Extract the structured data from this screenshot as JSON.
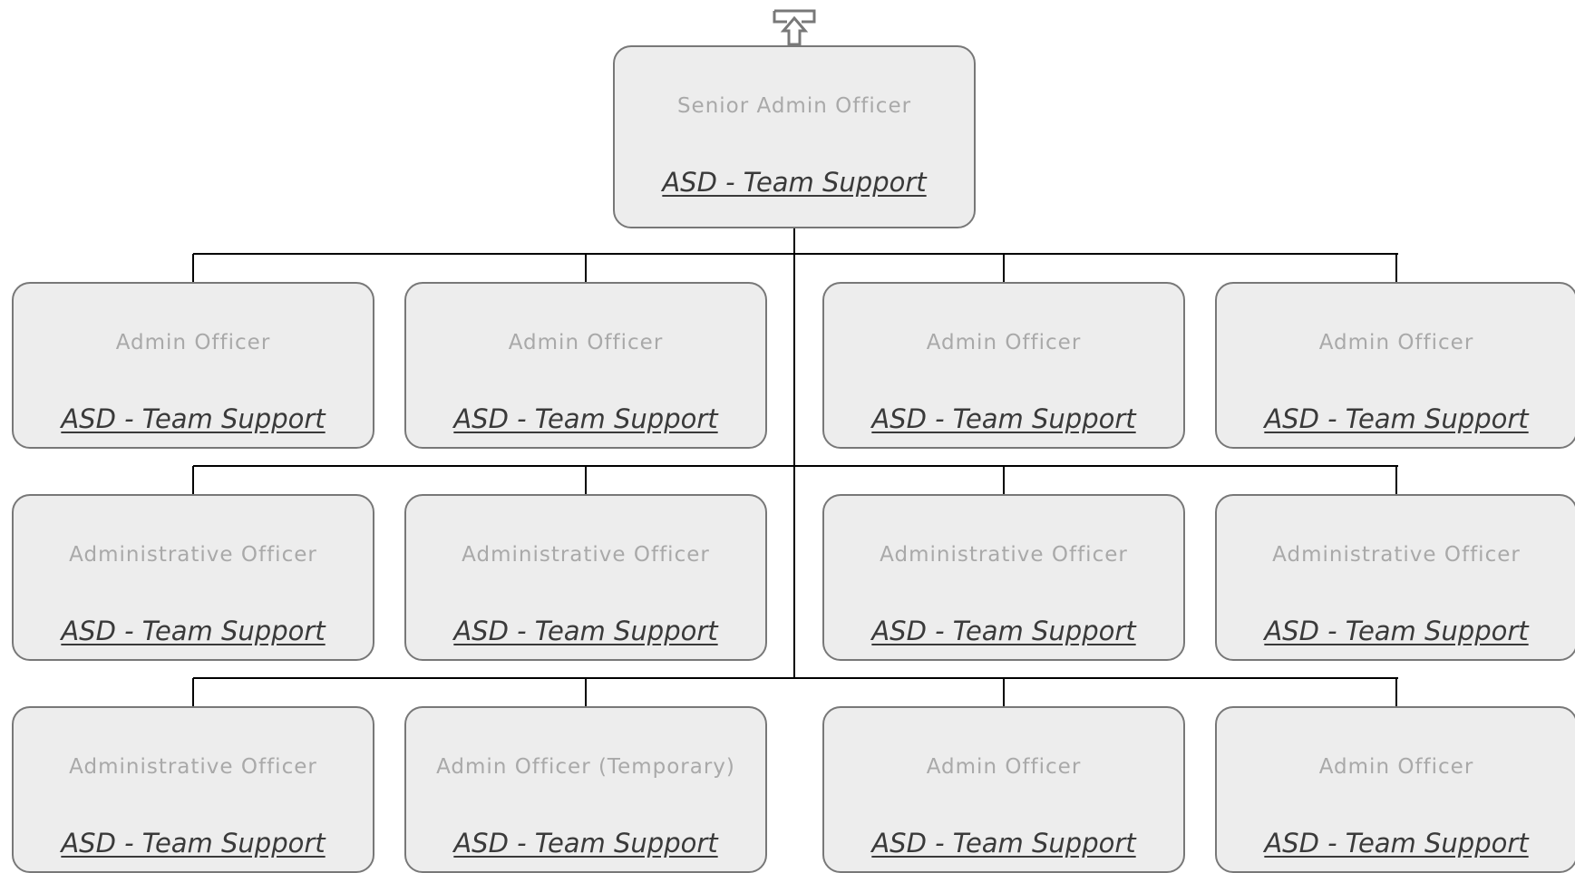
{
  "colors": {
    "node_fill": "#ededed",
    "node_border": "#787878",
    "title_text": "#a9a9a9",
    "dept_text": "#3a3a3a",
    "connector": "#000000"
  },
  "toolbar": {
    "up_icon": "up-arrow-icon"
  },
  "root": {
    "title": "Senior Admin Officer",
    "dept": "ASD - Team Support"
  },
  "rows": [
    [
      {
        "title": "Admin Officer",
        "dept": "ASD - Team Support"
      },
      {
        "title": "Admin Officer",
        "dept": "ASD - Team Support"
      },
      {
        "title": "Admin Officer",
        "dept": "ASD - Team Support"
      },
      {
        "title": "Admin Officer",
        "dept": "ASD - Team Support"
      }
    ],
    [
      {
        "title": "Administrative Officer",
        "dept": "ASD - Team Support"
      },
      {
        "title": "Administrative Officer",
        "dept": "ASD - Team Support"
      },
      {
        "title": "Administrative Officer",
        "dept": "ASD - Team Support"
      },
      {
        "title": "Administrative Officer",
        "dept": "ASD - Team Support"
      }
    ],
    [
      {
        "title": "Administrative Officer",
        "dept": "ASD - Team Support"
      },
      {
        "title": "Admin Officer (Temporary)",
        "dept": "ASD - Team Support"
      },
      {
        "title": "Admin Officer",
        "dept": "ASD - Team Support"
      },
      {
        "title": "Admin Officer",
        "dept": "ASD - Team Support"
      }
    ]
  ]
}
